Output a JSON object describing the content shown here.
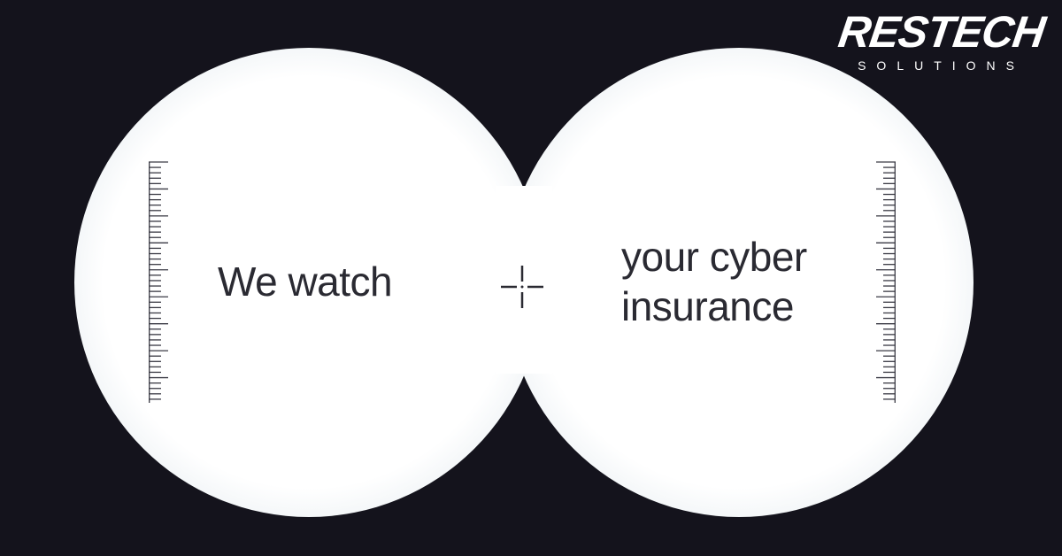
{
  "brand": {
    "name": "RESTECH",
    "tagline": "SOLUTIONS"
  },
  "message": {
    "left": "We watch",
    "right_line1": "your cyber",
    "right_line2": "insurance"
  },
  "colors": {
    "background": "#14131c",
    "lens_center": "#ffffff",
    "lens_edge": "#5f7180",
    "text": "#2a2a32",
    "ruler": "#3a3a44"
  },
  "icons": {
    "reticle": "crosshair-icon",
    "scale": "ruler-icon"
  }
}
